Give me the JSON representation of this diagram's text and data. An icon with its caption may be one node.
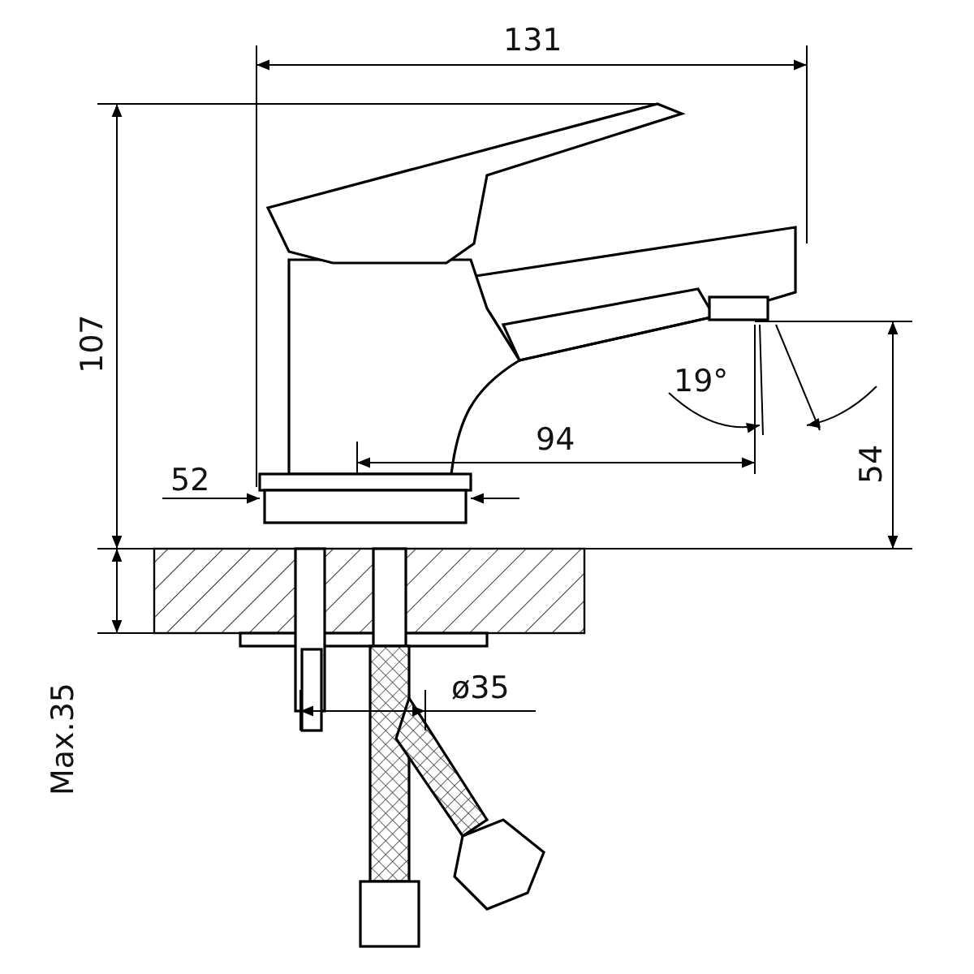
{
  "diagram": {
    "labels": [
      "131",
      "107",
      "19°",
      "94",
      "52",
      "54",
      "ø35",
      "Max.35"
    ]
  }
}
